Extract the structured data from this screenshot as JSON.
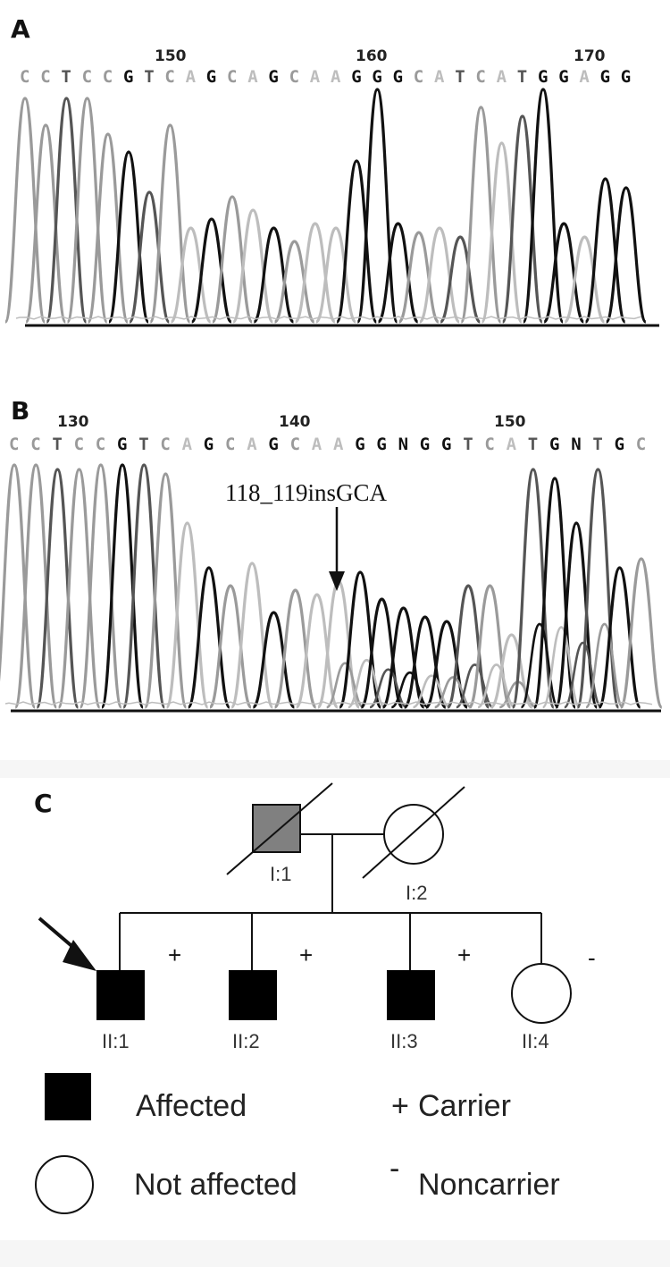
{
  "panels": {
    "a": {
      "label": "A",
      "positions": [
        "150",
        "160",
        "170"
      ],
      "sequence": "CCTCCGTCAGCAGCAAGGGCATCATGGAGG"
    },
    "b": {
      "label": "B",
      "positions": [
        "130",
        "140",
        "150"
      ],
      "sequence": "CCTCCGTCAGCAGCAAGGNGGTCATGNTGC",
      "annotation": "118_119insGCA"
    },
    "c": {
      "label": "C",
      "individuals": [
        {
          "id": "I:1",
          "sex": "male",
          "status": "intermediate",
          "deceased": true
        },
        {
          "id": "I:2",
          "sex": "female",
          "status": "not affected",
          "deceased": true
        },
        {
          "id": "II:1",
          "sex": "male",
          "status": "affected",
          "carrier": "+",
          "proband": true
        },
        {
          "id": "II:2",
          "sex": "male",
          "status": "affected",
          "carrier": "+"
        },
        {
          "id": "II:3",
          "sex": "male",
          "status": "affected",
          "carrier": "+"
        },
        {
          "id": "II:4",
          "sex": "female",
          "status": "not affected",
          "carrier": "-"
        }
      ],
      "legend": {
        "affected": "Affected",
        "not_affected": "Not affected",
        "carrier_sign": "+",
        "carrier": "Carrier",
        "noncarrier_sign": "-",
        "noncarrier": "Noncarrier"
      }
    }
  },
  "colors": {
    "base_dark": "#111111",
    "base_mid": "#555555",
    "base_light": "#9a9a9a",
    "base_pale": "#bdbdbd",
    "affected_fill": "#000000",
    "intermediate_fill": "#808080"
  }
}
